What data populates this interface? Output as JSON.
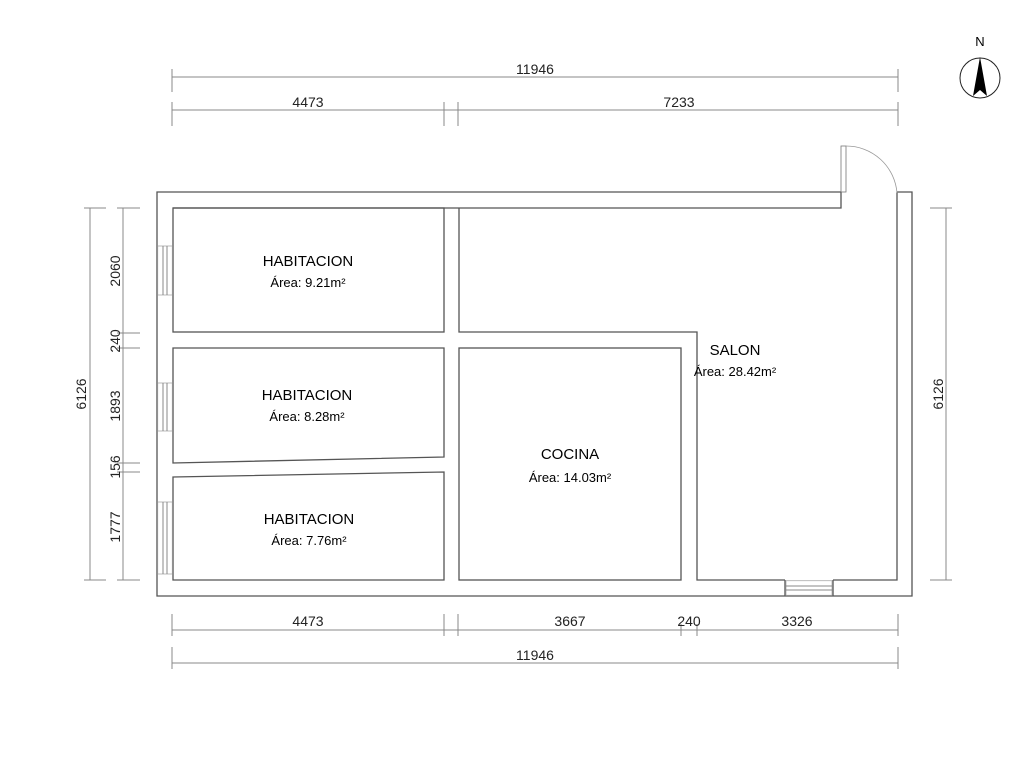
{
  "north_label": "N",
  "rooms": [
    {
      "name": "HABITACION",
      "area": "Área: 9.21m²"
    },
    {
      "name": "HABITACION",
      "area": "Área: 8.28m²"
    },
    {
      "name": "HABITACION",
      "area": "Área: 7.76m²"
    },
    {
      "name": "COCINA",
      "area": "Área: 14.03m²"
    },
    {
      "name": "SALON",
      "area": "Área: 28.42m²"
    }
  ],
  "dimensions": {
    "top_total": "11946",
    "top_segments": [
      "4473",
      "7233"
    ],
    "bottom_segments": [
      "4473",
      "3667",
      "240",
      "3326"
    ],
    "bottom_total": "11946",
    "left_total": "6126",
    "left_segments": [
      "2060",
      "240",
      "1893",
      "156",
      "1777"
    ],
    "right_total": "6126"
  }
}
